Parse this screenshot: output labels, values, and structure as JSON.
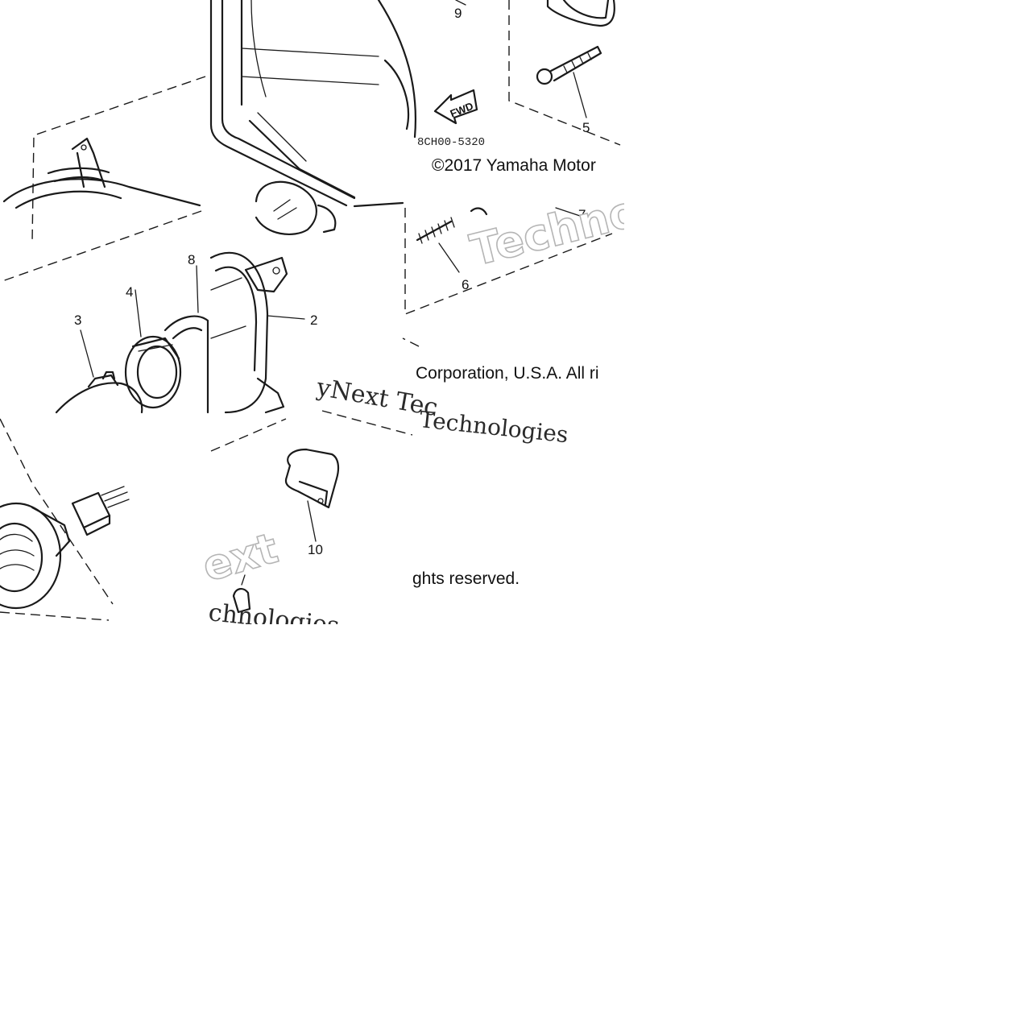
{
  "diagram": {
    "callouts": [
      "2",
      "3",
      "4",
      "5",
      "6",
      "7",
      "8",
      "9",
      "10"
    ],
    "fwd_label": "FWD",
    "part_code": "8CH00-5320",
    "copyright": {
      "line1": "©2017 Yamaha Motor",
      "line2": "Corporation, U.S.A. All ri",
      "line3": "ghts reserved."
    },
    "watermark": {
      "brand_a": "Techno",
      "brand_b": "yNext Tec",
      "brand_c": "Technologies",
      "brand_d": "ext",
      "brand_e": "chnologies"
    },
    "colors": {
      "ink": "#1a1a1a",
      "watermark": "#b5b5b5",
      "background": "#ffffff"
    }
  }
}
